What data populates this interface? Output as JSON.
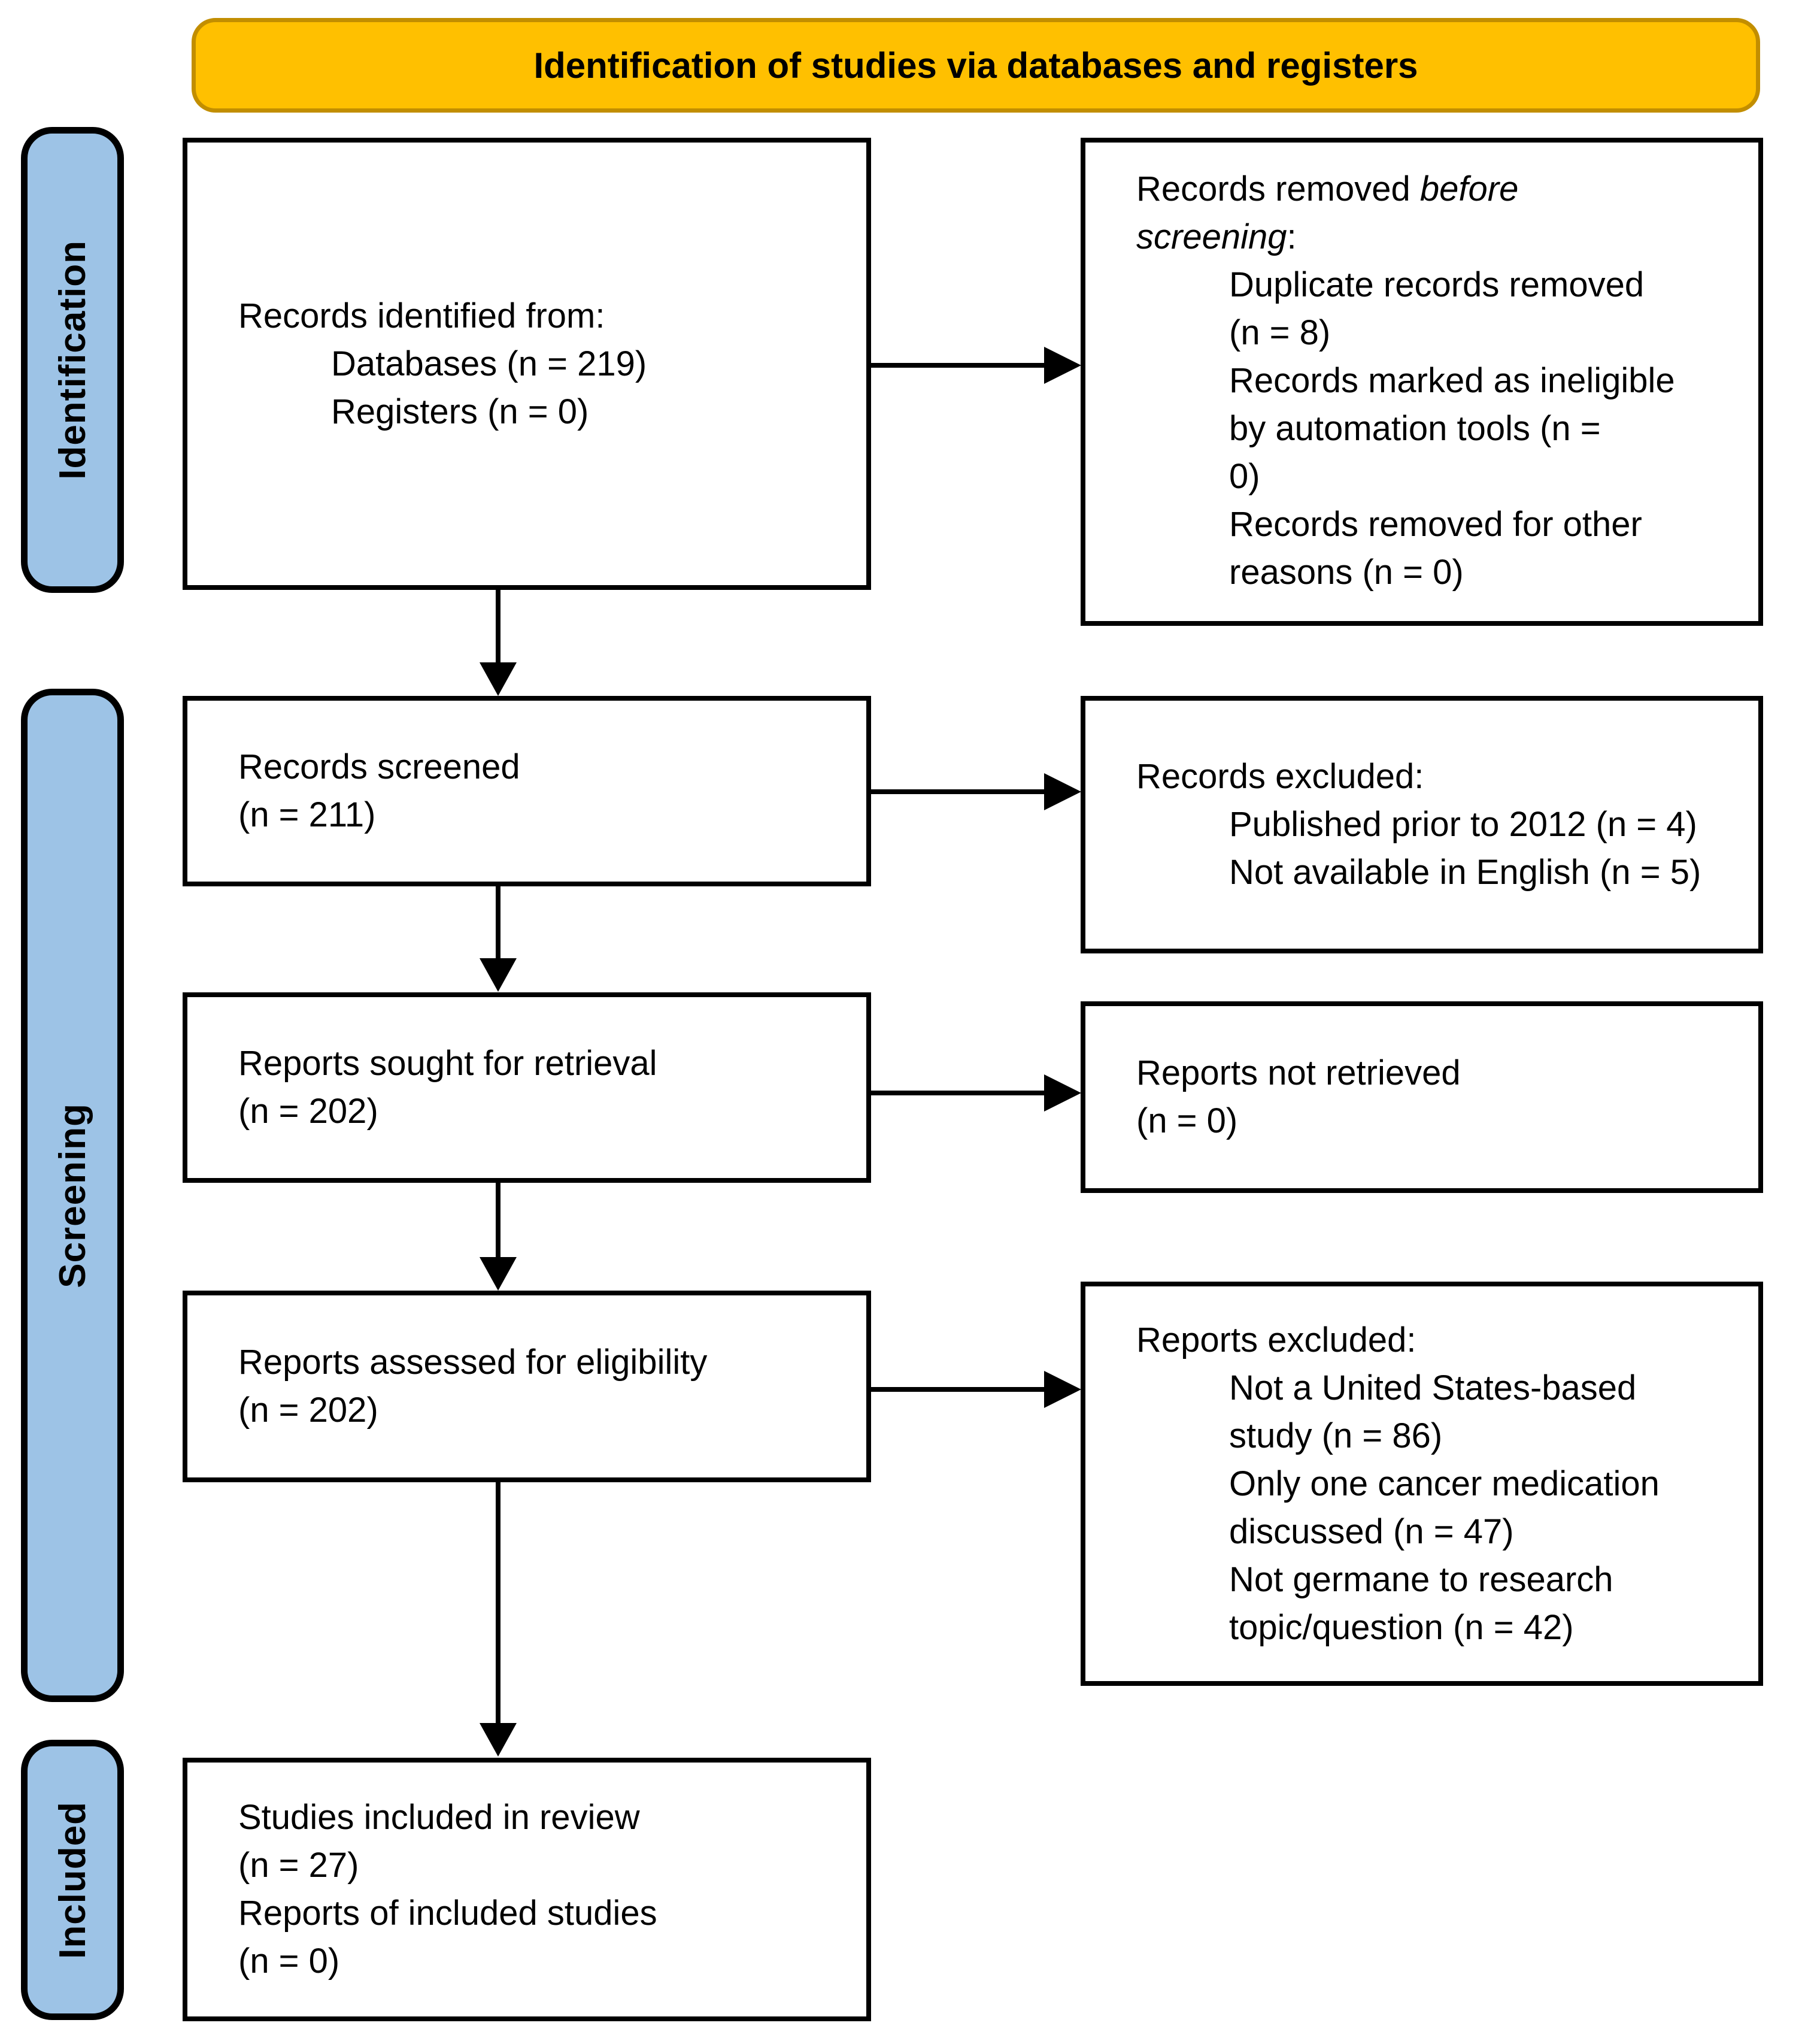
{
  "header": {
    "title": "Identification of studies via databases and registers"
  },
  "colors": {
    "banner_bg": "#FFC000",
    "banner_border": "#C28E00",
    "stage_bg": "#9DC3E6",
    "box_bg": "#FFFFFF",
    "line_color": "#000000"
  },
  "sidebar": {
    "stages": [
      {
        "label": "Identification"
      },
      {
        "label": "Screening"
      },
      {
        "label": "Included"
      }
    ]
  },
  "flow": {
    "identified": {
      "title": "Records identified from:",
      "items": [
        "Databases (n = 219)",
        "Registers (n = 0)"
      ]
    },
    "removed_before": {
      "title_plain": "Records removed",
      "title_italic_1": "before",
      "title_italic_2": "screening",
      "title_suffix": ":",
      "items": [
        "Duplicate records removed\n(n = 8)",
        "Records marked as ineligible\nby automation tools (n =\n0)",
        "Records removed for other\nreasons (n = 0)"
      ]
    },
    "screened": {
      "text": "Records screened\n(n = 211)"
    },
    "records_excluded": {
      "title": "Records excluded:",
      "items": [
        "Published prior to 2012 (n = 4)",
        "Not available in English (n = 5)"
      ]
    },
    "sought": {
      "text": "Reports sought for retrieval\n(n = 202)"
    },
    "not_retrieved": {
      "text": "Reports not retrieved\n(n = 0)"
    },
    "assessed": {
      "text": "Reports assessed for eligibility\n(n = 202)"
    },
    "reports_excluded": {
      "title": "Reports excluded:",
      "items": [
        "Not a United States-based\nstudy (n = 86)",
        "Only one cancer medication\ndiscussed (n = 47)",
        "Not germane to research\ntopic/question (n = 42)"
      ]
    },
    "included": {
      "text": "Studies included in review\n(n = 27)\nReports of included studies\n(n = 0)"
    }
  }
}
